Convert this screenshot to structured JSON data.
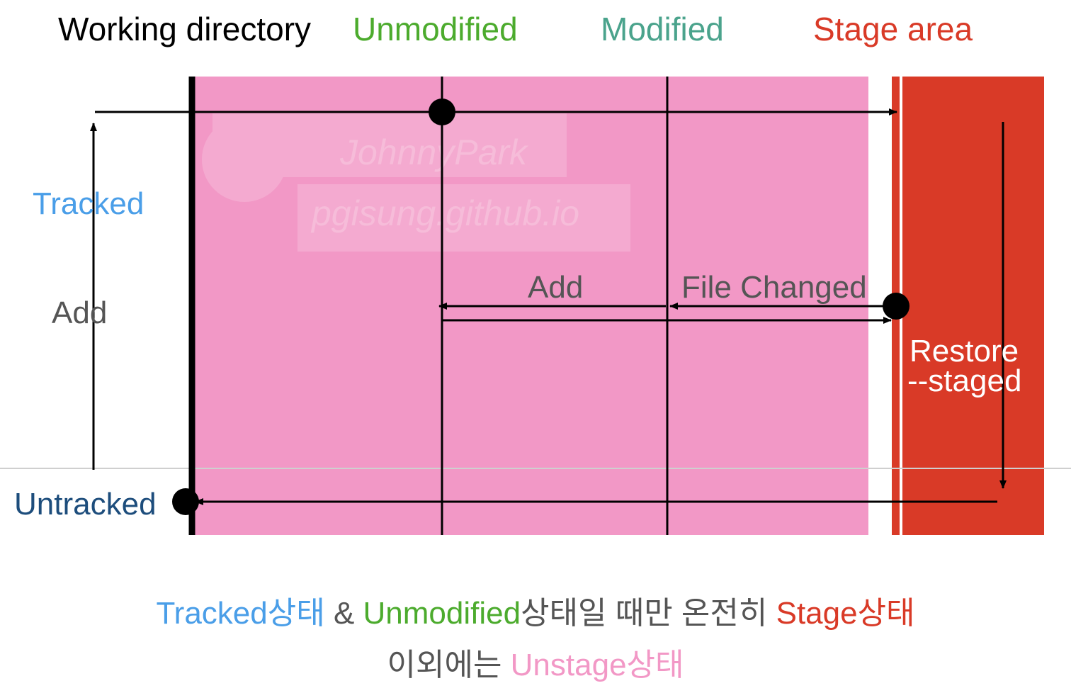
{
  "headers": {
    "working_directory": "Working directory",
    "unmodified": "Unmodified",
    "modified": "Modified",
    "stage_area": "Stage area"
  },
  "side_labels": {
    "tracked": "Tracked",
    "add_left": "Add",
    "untracked": "Untracked"
  },
  "flow_labels": {
    "add_middle": "Add",
    "file_changed": "File Changed",
    "restore_line1": "Restore",
    "restore_line2": "--staged"
  },
  "watermark": {
    "line1": "JohnnyPark",
    "line2": "pgisung.github.io"
  },
  "footer": {
    "line1_part1": "Tracked상태",
    "line1_part2": " & ",
    "line1_part3": "Unmodified",
    "line1_part4": "상태일 때만 온전히 ",
    "line1_part5": "Stage상태",
    "line2_part1": "이외에는 ",
    "line2_part2": "Unstage상태"
  },
  "colors": {
    "pink_region": "#f298c6",
    "stage_red": "#d93a27",
    "tracked_blue": "#4a9ee8",
    "unmodified_green": "#4cab2d",
    "modified_teal": "#4aa38c",
    "untracked_navy": "#1d4d7c",
    "gray_text": "#555555",
    "unstage_pink": "#f298c6"
  }
}
